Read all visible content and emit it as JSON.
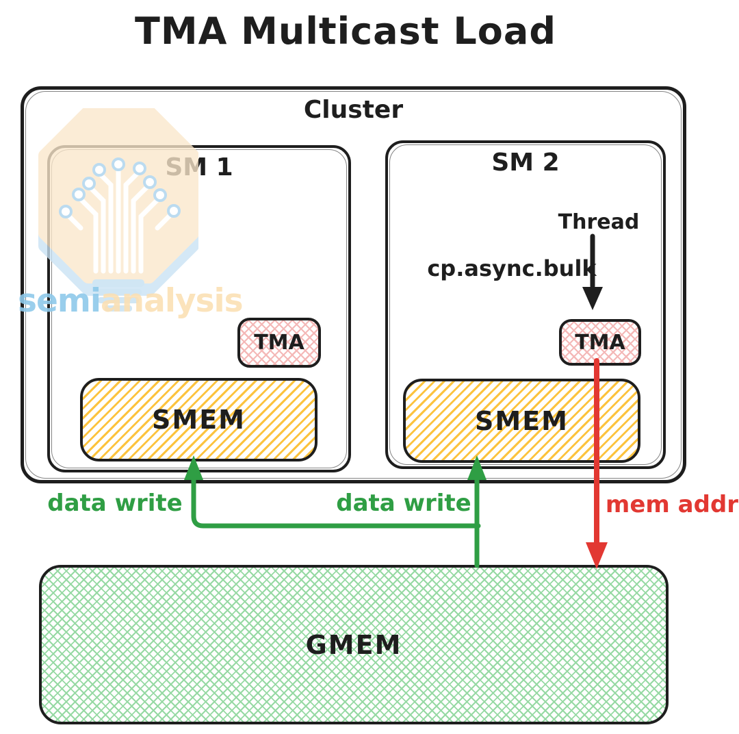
{
  "title": "TMA Multicast Load",
  "watermark": {
    "brand_prefix": "semi",
    "brand_suffix": "analysis"
  },
  "cluster": {
    "label": "Cluster",
    "sm1": {
      "label": "SM 1",
      "tma_label": "TMA",
      "smem_label": "SMEM"
    },
    "sm2": {
      "label": "SM 2",
      "thread_label": "Thread",
      "instruction": "cp.async.bulk",
      "tma_label": "TMA",
      "smem_label": "SMEM"
    }
  },
  "gmem": {
    "label": "GMEM"
  },
  "edges": {
    "data_write_left": "data write",
    "data_write_right": "data write",
    "mem_addr": "mem addr"
  },
  "colors": {
    "ink": "#1e1e1e",
    "green": "#2f9e44",
    "red": "#e23832",
    "yellow_hatch": "#fcc33e",
    "pink_hatch": "#f4b8b7",
    "gmem_hatch": "#96d9a3",
    "logo_peach": "#fbe7cb",
    "logo_blue": "#c9e2f4",
    "logo_blue_text": "#8ec9ea",
    "logo_peach_text": "#fbe0b4"
  }
}
